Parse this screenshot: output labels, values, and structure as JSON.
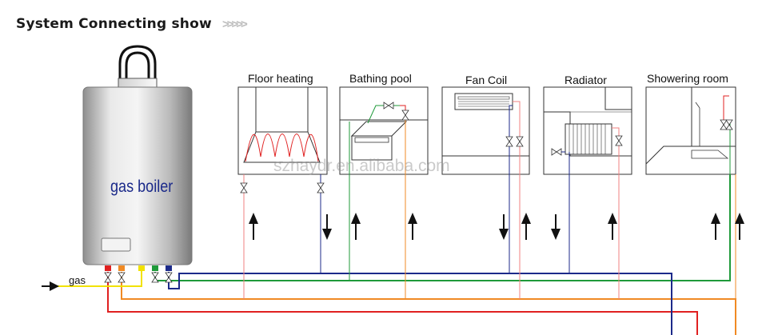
{
  "header": {
    "title": "System Connecting show",
    "chevrons": ">>>>>"
  },
  "boiler": {
    "label": "gas boiler"
  },
  "gas": {
    "label": "gas"
  },
  "rooms": [
    {
      "label": "Floor heating"
    },
    {
      "label": "Bathing pool"
    },
    {
      "label": "Fan Coil"
    },
    {
      "label": "Radiator"
    },
    {
      "label": "Showering room"
    }
  ],
  "watermark": "szhaydr.en.alibaba.com",
  "colors": {
    "red": "#e02020",
    "orange": "#f08a24",
    "yellow": "#f2e200",
    "green": "#1f9a3a",
    "navy": "#1c2a8a",
    "pink": "#f08080",
    "outline": "#333333"
  }
}
